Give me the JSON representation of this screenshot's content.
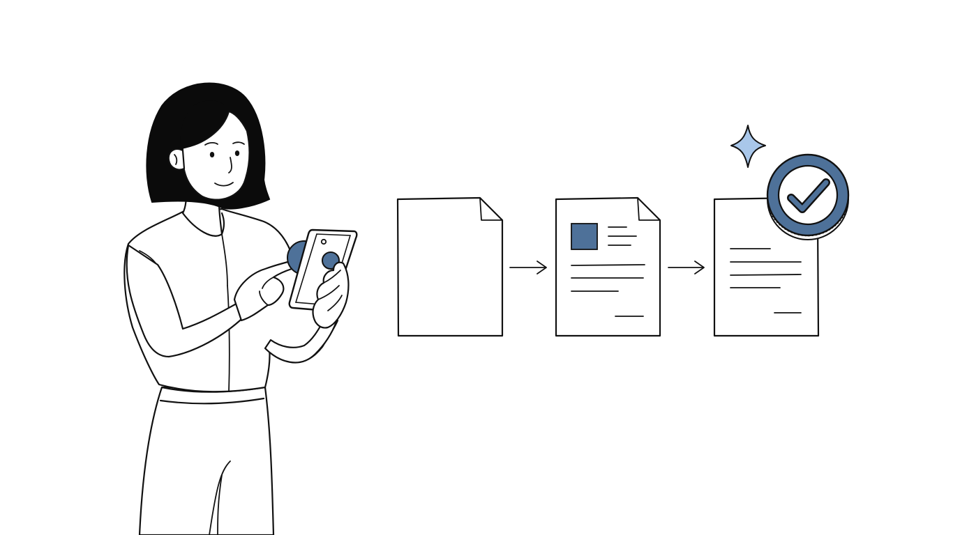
{
  "colors": {
    "ink": "#111111",
    "background": "#ffffff",
    "accent_blue": "#4e7199",
    "sparkle_blue": "#a9c7ea",
    "hair": "#0b0b0b"
  },
  "icons": {
    "person": "woman-with-phone-illustration",
    "phone": "smartphone-icon",
    "doc_blank": "blank-document-icon",
    "doc_draft": "draft-document-icon",
    "doc_approved": "approved-document-icon",
    "arrow": "arrow-right-icon",
    "badge": "checkmark-badge-icon",
    "sparkle": "sparkle-icon"
  },
  "flow": {
    "steps": [
      "blank",
      "draft",
      "approved"
    ],
    "approved": true
  }
}
